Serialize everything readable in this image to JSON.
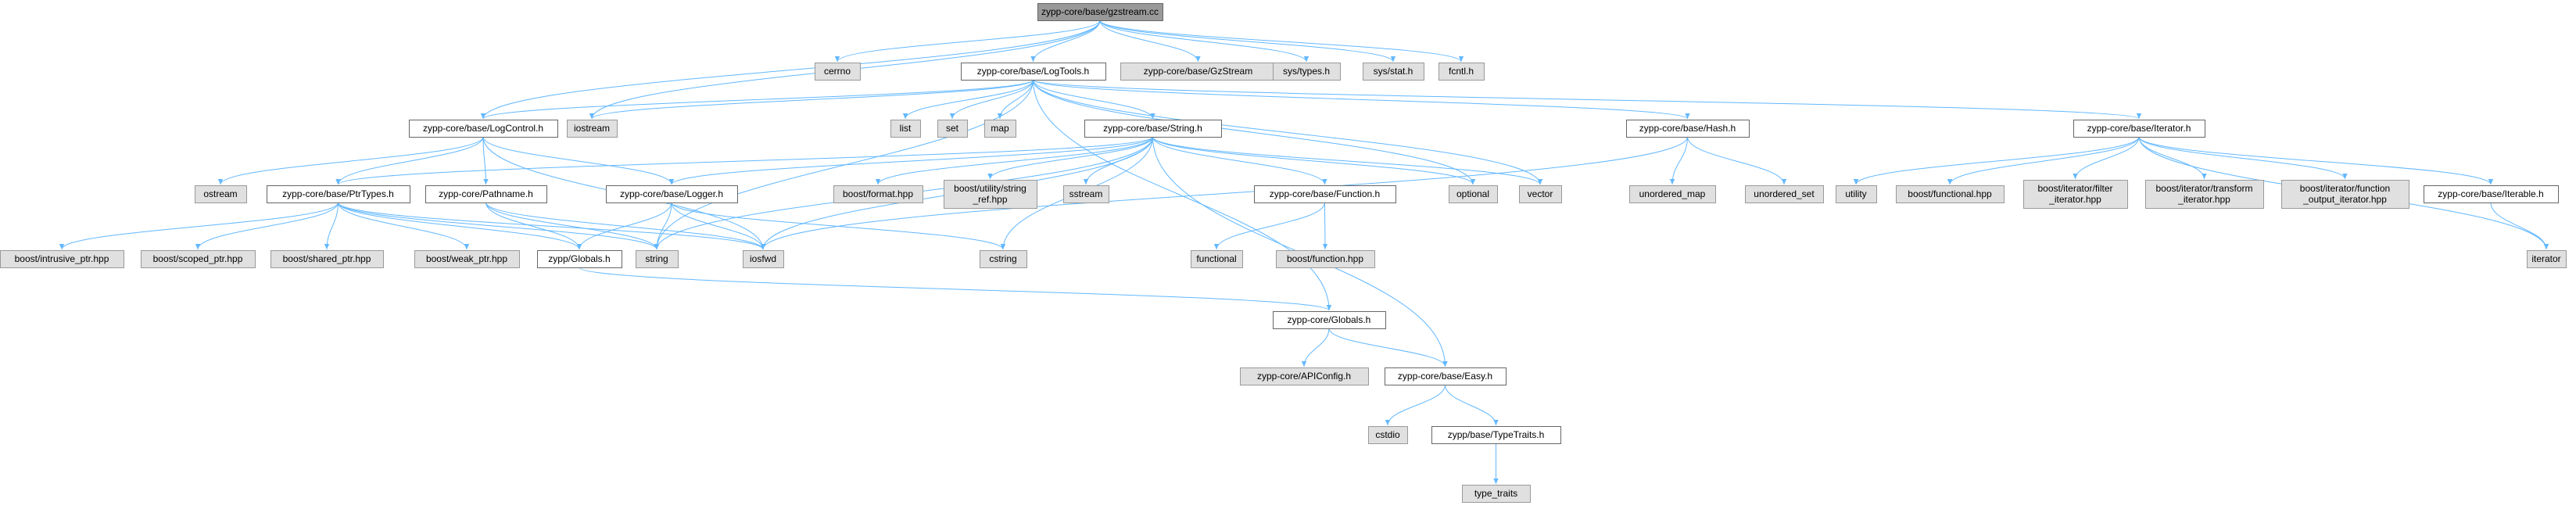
{
  "graph": {
    "colors": {
      "edge": "#63b8ff",
      "root_fill": "#999999",
      "file_fill": "#ffffff",
      "file_stroke": "#666666",
      "system_fill": "#e0e0e0",
      "system_stroke": "#999999"
    },
    "nodes": [
      {
        "id": "gzstream_cc",
        "label": "zypp-core/base/gzstream.cc",
        "kind": "root"
      },
      {
        "id": "cerrno",
        "label": "cerrno",
        "kind": "system"
      },
      {
        "id": "logtools_h",
        "label": "zypp-core/base/LogTools.h",
        "kind": "file"
      },
      {
        "id": "gzstream_h",
        "label": "zypp-core/base/GzStream",
        "kind": "system"
      },
      {
        "id": "sys_types_h",
        "label": "sys/types.h",
        "kind": "system"
      },
      {
        "id": "sys_stat_h",
        "label": "sys/stat.h",
        "kind": "system"
      },
      {
        "id": "fcntl_h",
        "label": "fcntl.h",
        "kind": "system"
      },
      {
        "id": "logcontrol_h",
        "label": "zypp-core/base/LogControl.h",
        "kind": "file"
      },
      {
        "id": "iostream",
        "label": "iostream",
        "kind": "system"
      },
      {
        "id": "list",
        "label": "list",
        "kind": "system"
      },
      {
        "id": "set",
        "label": "set",
        "kind": "system"
      },
      {
        "id": "map",
        "label": "map",
        "kind": "system"
      },
      {
        "id": "string_h",
        "label": "zypp-core/base/String.h",
        "kind": "file"
      },
      {
        "id": "hash_h",
        "label": "zypp-core/base/Hash.h",
        "kind": "file"
      },
      {
        "id": "iterator_h",
        "label": "zypp-core/base/Iterator.h",
        "kind": "file"
      },
      {
        "id": "ostream",
        "label": "ostream",
        "kind": "system"
      },
      {
        "id": "ptrtypes_h",
        "label": "zypp-core/base/PtrTypes.h",
        "kind": "file"
      },
      {
        "id": "pathname_h",
        "label": "zypp-core/Pathname.h",
        "kind": "file"
      },
      {
        "id": "logger_h",
        "label": "zypp-core/base/Logger.h",
        "kind": "file"
      },
      {
        "id": "boost_format",
        "label": "boost/format.hpp",
        "kind": "system"
      },
      {
        "id": "boost_string_ref",
        "label": [
          "boost/utility/string",
          "_ref.hpp"
        ],
        "kind": "system"
      },
      {
        "id": "sstream",
        "label": "sstream",
        "kind": "system"
      },
      {
        "id": "function_h",
        "label": "zypp-core/base/Function.h",
        "kind": "file"
      },
      {
        "id": "optional",
        "label": "optional",
        "kind": "system"
      },
      {
        "id": "vector",
        "label": "vector",
        "kind": "system"
      },
      {
        "id": "unordered_map",
        "label": "unordered_map",
        "kind": "system"
      },
      {
        "id": "unordered_set",
        "label": "unordered_set",
        "kind": "system"
      },
      {
        "id": "utility",
        "label": "utility",
        "kind": "system"
      },
      {
        "id": "boost_functional",
        "label": "boost/functional.hpp",
        "kind": "system"
      },
      {
        "id": "boost_filter_iter",
        "label": [
          "boost/iterator/filter",
          "_iterator.hpp"
        ],
        "kind": "system"
      },
      {
        "id": "boost_transform_iter",
        "label": [
          "boost/iterator/transform",
          "_iterator.hpp"
        ],
        "kind": "system"
      },
      {
        "id": "boost_func_out_iter",
        "label": [
          "boost/iterator/function",
          "_output_iterator.hpp"
        ],
        "kind": "system"
      },
      {
        "id": "iterable_h",
        "label": "zypp-core/base/Iterable.h",
        "kind": "file"
      },
      {
        "id": "boost_intrusive_ptr",
        "label": "boost/intrusive_ptr.hpp",
        "kind": "system"
      },
      {
        "id": "boost_scoped_ptr",
        "label": "boost/scoped_ptr.hpp",
        "kind": "system"
      },
      {
        "id": "boost_shared_ptr",
        "label": "boost/shared_ptr.hpp",
        "kind": "system"
      },
      {
        "id": "boost_weak_ptr",
        "label": "boost/weak_ptr.hpp",
        "kind": "system"
      },
      {
        "id": "zypp_globals_h",
        "label": "zypp/Globals.h",
        "kind": "file"
      },
      {
        "id": "string",
        "label": "string",
        "kind": "system"
      },
      {
        "id": "iosfwd",
        "label": "iosfwd",
        "kind": "system"
      },
      {
        "id": "cstring",
        "label": "cstring",
        "kind": "system"
      },
      {
        "id": "functional",
        "label": "functional",
        "kind": "system"
      },
      {
        "id": "boost_function",
        "label": "boost/function.hpp",
        "kind": "system"
      },
      {
        "id": "iterator",
        "label": "iterator",
        "kind": "system"
      },
      {
        "id": "core_globals_h",
        "label": "zypp-core/Globals.h",
        "kind": "file"
      },
      {
        "id": "apiconfig_h",
        "label": "zypp-core/APIConfig.h",
        "kind": "system"
      },
      {
        "id": "easy_h",
        "label": "zypp-core/base/Easy.h",
        "kind": "file"
      },
      {
        "id": "cstdio",
        "label": "cstdio",
        "kind": "system"
      },
      {
        "id": "typetraits_h",
        "label": "zypp/base/TypeTraits.h",
        "kind": "file"
      },
      {
        "id": "type_traits",
        "label": "type_traits",
        "kind": "system"
      }
    ],
    "edges": [
      [
        "gzstream_cc",
        "cerrno"
      ],
      [
        "gzstream_cc",
        "logtools_h"
      ],
      [
        "gzstream_cc",
        "gzstream_h"
      ],
      [
        "gzstream_cc",
        "sys_types_h"
      ],
      [
        "gzstream_cc",
        "sys_stat_h"
      ],
      [
        "gzstream_cc",
        "fcntl_h"
      ],
      [
        "gzstream_cc",
        "logcontrol_h"
      ],
      [
        "gzstream_cc",
        "iostream"
      ],
      [
        "logtools_h",
        "iostream"
      ],
      [
        "logtools_h",
        "list"
      ],
      [
        "logtools_h",
        "set"
      ],
      [
        "logtools_h",
        "map"
      ],
      [
        "logtools_h",
        "string_h"
      ],
      [
        "logtools_h",
        "hash_h"
      ],
      [
        "logtools_h",
        "iterator_h"
      ],
      [
        "logtools_h",
        "logcontrol_h"
      ],
      [
        "logtools_h",
        "optional"
      ],
      [
        "logtools_h",
        "vector"
      ],
      [
        "logtools_h",
        "core_globals_h"
      ],
      [
        "logtools_h",
        "string"
      ],
      [
        "logcontrol_h",
        "ostream"
      ],
      [
        "logcontrol_h",
        "ptrtypes_h"
      ],
      [
        "logcontrol_h",
        "pathname_h"
      ],
      [
        "logcontrol_h",
        "logger_h"
      ],
      [
        "logcontrol_h",
        "iosfwd"
      ],
      [
        "string_h",
        "ptrtypes_h"
      ],
      [
        "string_h",
        "logger_h"
      ],
      [
        "string_h",
        "boost_format"
      ],
      [
        "string_h",
        "boost_string_ref"
      ],
      [
        "string_h",
        "sstream"
      ],
      [
        "string_h",
        "function_h"
      ],
      [
        "string_h",
        "optional"
      ],
      [
        "string_h",
        "vector"
      ],
      [
        "string_h",
        "string"
      ],
      [
        "string_h",
        "iosfwd"
      ],
      [
        "string_h",
        "cstring"
      ],
      [
        "string_h",
        "easy_h"
      ],
      [
        "hash_h",
        "unordered_map"
      ],
      [
        "hash_h",
        "unordered_set"
      ],
      [
        "hash_h",
        "iosfwd"
      ],
      [
        "iterator_h",
        "utility"
      ],
      [
        "iterator_h",
        "boost_functional"
      ],
      [
        "iterator_h",
        "boost_filter_iter"
      ],
      [
        "iterator_h",
        "boost_transform_iter"
      ],
      [
        "iterator_h",
        "boost_func_out_iter"
      ],
      [
        "iterator_h",
        "iterable_h"
      ],
      [
        "iterator_h",
        "iterator"
      ],
      [
        "iterable_h",
        "iterator"
      ],
      [
        "ptrtypes_h",
        "boost_intrusive_ptr"
      ],
      [
        "ptrtypes_h",
        "boost_scoped_ptr"
      ],
      [
        "ptrtypes_h",
        "boost_shared_ptr"
      ],
      [
        "ptrtypes_h",
        "boost_weak_ptr"
      ],
      [
        "ptrtypes_h",
        "zypp_globals_h"
      ],
      [
        "ptrtypes_h",
        "string"
      ],
      [
        "ptrtypes_h",
        "iosfwd"
      ],
      [
        "pathname_h",
        "zypp_globals_h"
      ],
      [
        "pathname_h",
        "string"
      ],
      [
        "pathname_h",
        "iosfwd"
      ],
      [
        "logger_h",
        "zypp_globals_h"
      ],
      [
        "logger_h",
        "string"
      ],
      [
        "logger_h",
        "iosfwd"
      ],
      [
        "logger_h",
        "cstring"
      ],
      [
        "zypp_globals_h",
        "core_globals_h"
      ],
      [
        "function_h",
        "functional"
      ],
      [
        "function_h",
        "boost_function"
      ],
      [
        "core_globals_h",
        "apiconfig_h"
      ],
      [
        "core_globals_h",
        "easy_h"
      ],
      [
        "easy_h",
        "cstdio"
      ],
      [
        "easy_h",
        "typetraits_h"
      ],
      [
        "typetraits_h",
        "type_traits"
      ]
    ]
  }
}
